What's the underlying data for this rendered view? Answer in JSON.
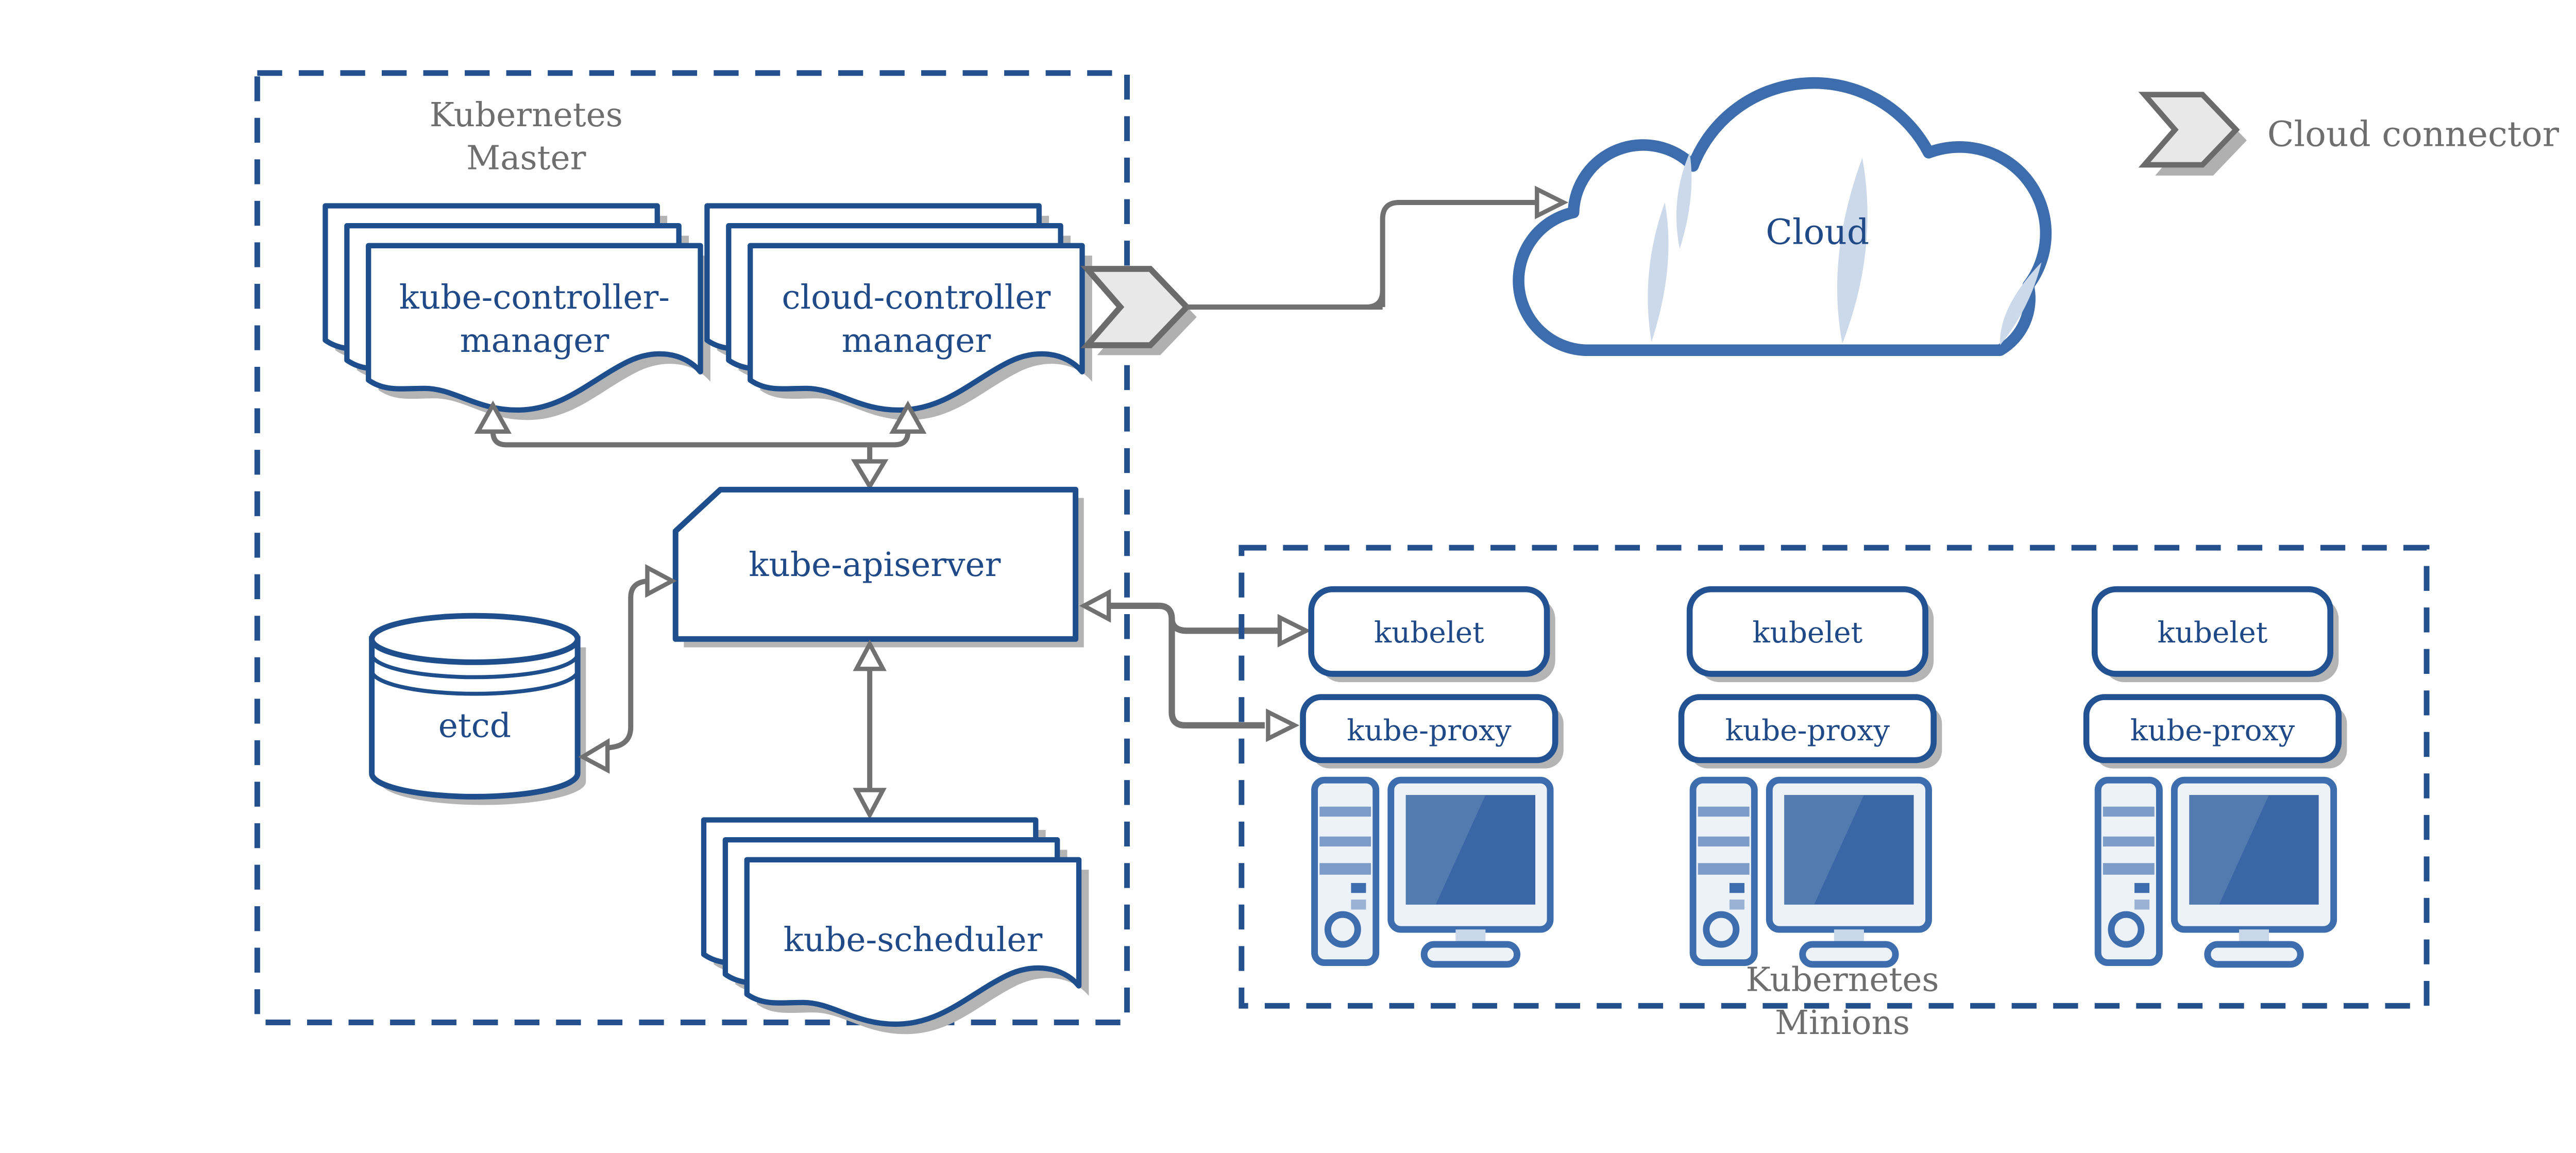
{
  "master": {
    "title": {
      "line1": "Kubernetes",
      "line2": "Master"
    },
    "kube_controller_manager": {
      "line1": "kube-controller-",
      "line2": "manager"
    },
    "cloud_controller_manager": {
      "line1": "cloud-controller",
      "line2": "manager"
    },
    "kube_apiserver": {
      "label": "kube-apiserver"
    },
    "etcd": {
      "label": "etcd"
    },
    "kube_scheduler": {
      "label": "kube-scheduler"
    }
  },
  "cloud": {
    "label": "Cloud"
  },
  "legend": {
    "label": "Cloud connector"
  },
  "minions": {
    "title": {
      "line1": "Kubernetes",
      "line2": "Minions"
    },
    "columns": [
      {
        "kubelet": "kubelet",
        "kube_proxy": "kube-proxy"
      },
      {
        "kubelet": "kubelet",
        "kube_proxy": "kube-proxy"
      },
      {
        "kubelet": "kubelet",
        "kube_proxy": "kube-proxy"
      }
    ]
  },
  "colors": {
    "primary_blue": "#1f4e8c",
    "text_blue": "#1f4a87",
    "steel_blue": "#3d6dad",
    "light_blue": "#ccd9ea",
    "arrow_gray": "#717171",
    "label_gray": "#6e6e6e",
    "shadow_gray": "#b4b4b4"
  }
}
